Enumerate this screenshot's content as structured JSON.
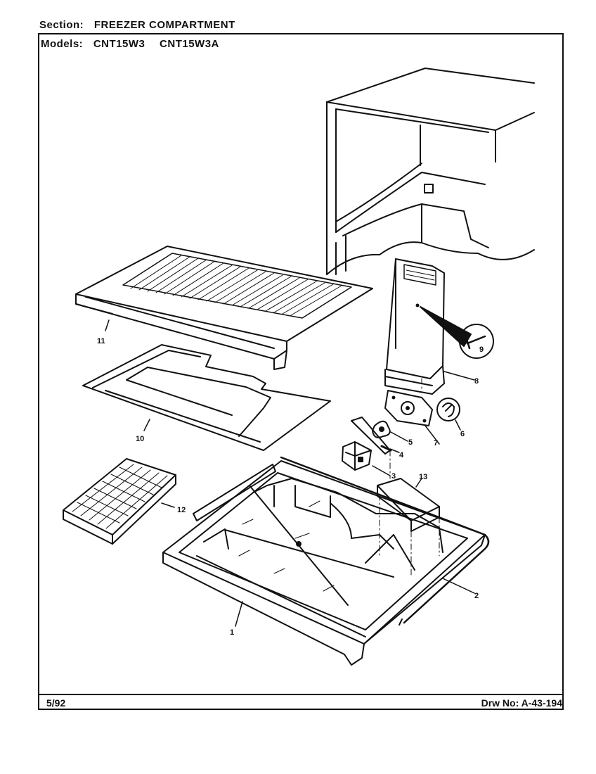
{
  "header": {
    "section_label": "Section:",
    "section_value": "FREEZER COMPARTMENT",
    "models_label": "Models:",
    "models": [
      "CNT15W3",
      "CNT15W3A"
    ]
  },
  "footer": {
    "date": "5/92",
    "drawing_label": "Drw No:",
    "drawing_number": "A-43-194"
  },
  "callouts": [
    "1",
    "2",
    "3",
    "4",
    "5",
    "6",
    "7",
    "8",
    "9",
    "10",
    "11",
    "12",
    "13"
  ]
}
